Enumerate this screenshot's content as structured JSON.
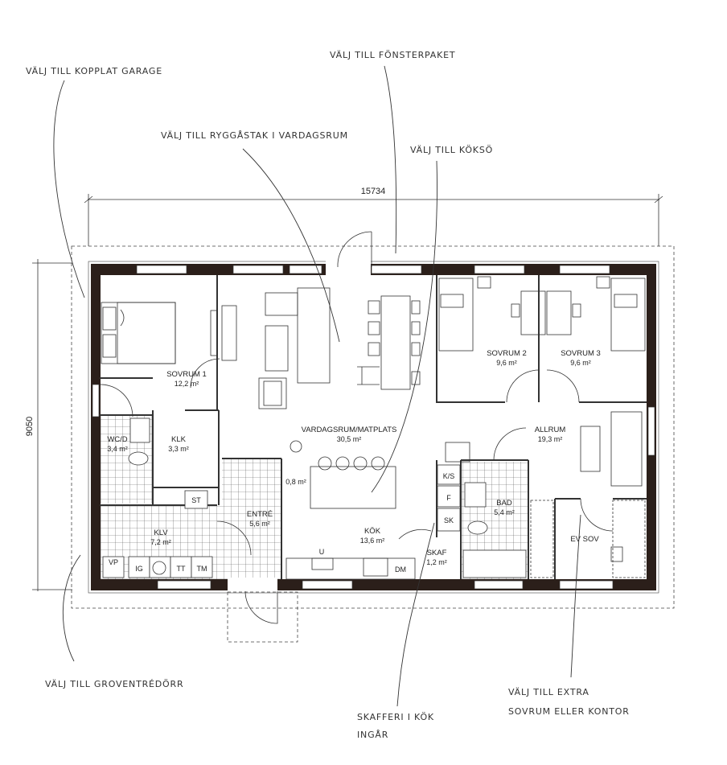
{
  "dimensions": {
    "width": "15734",
    "depth": "9050"
  },
  "annotations": {
    "garage": "VÄLJ TILL KOPPLAT GARAGE",
    "windows": "VÄLJ TILL FÖNSTERPAKET",
    "ridge": "VÄLJ TILL RYGGÅSTAK I VARDAGSRUM",
    "island": "VÄLJ TILL KÖKSÖ",
    "entry_door": "VÄLJ TILL GROVENTRÉDÖRR",
    "pantry_line1": "SKAFFERI I KÖK",
    "pantry_line2": "INGÅR",
    "extra_line1": "VÄLJ TILL EXTRA",
    "extra_line2": "SOVRUM ELLER KONTOR"
  },
  "rooms": {
    "sovrum1": {
      "name": "SOVRUM 1",
      "area": "12,2 m²"
    },
    "sovrum2": {
      "name": "SOVRUM 2",
      "area": "9,6 m²"
    },
    "sovrum3": {
      "name": "SOVRUM 3",
      "area": "9,6 m²"
    },
    "wc": {
      "name": "WC/D",
      "area": "3,4 m²"
    },
    "klk": {
      "name": "KLK",
      "area": "3,3 m²"
    },
    "vardagsrum": {
      "name": "VARDAGSRUM/MATPLATS",
      "area": "30,5 m²"
    },
    "allrum": {
      "name": "ALLRUM",
      "area": "19,3 m²"
    },
    "entre": {
      "name": "ENTRÉ",
      "area": "5,6 m²"
    },
    "klv": {
      "name": "KLV",
      "area": "7,2 m²"
    },
    "kok": {
      "name": "KÖK",
      "area": "13,6 m²"
    },
    "skaf": {
      "name": "SKAF",
      "area": "1,2 m²"
    },
    "bad": {
      "name": "BAD",
      "area": "5,4 m²"
    },
    "evsov": {
      "name": "EV SOV"
    },
    "small": {
      "area": "0,8 m²"
    }
  },
  "fixtures": {
    "st": "ST",
    "ks": "K/S",
    "f": "F",
    "sk": "SK",
    "vp": "VP",
    "ig": "IG",
    "tt": "TT",
    "tm": "TM",
    "dm": "DM",
    "u": "U"
  }
}
